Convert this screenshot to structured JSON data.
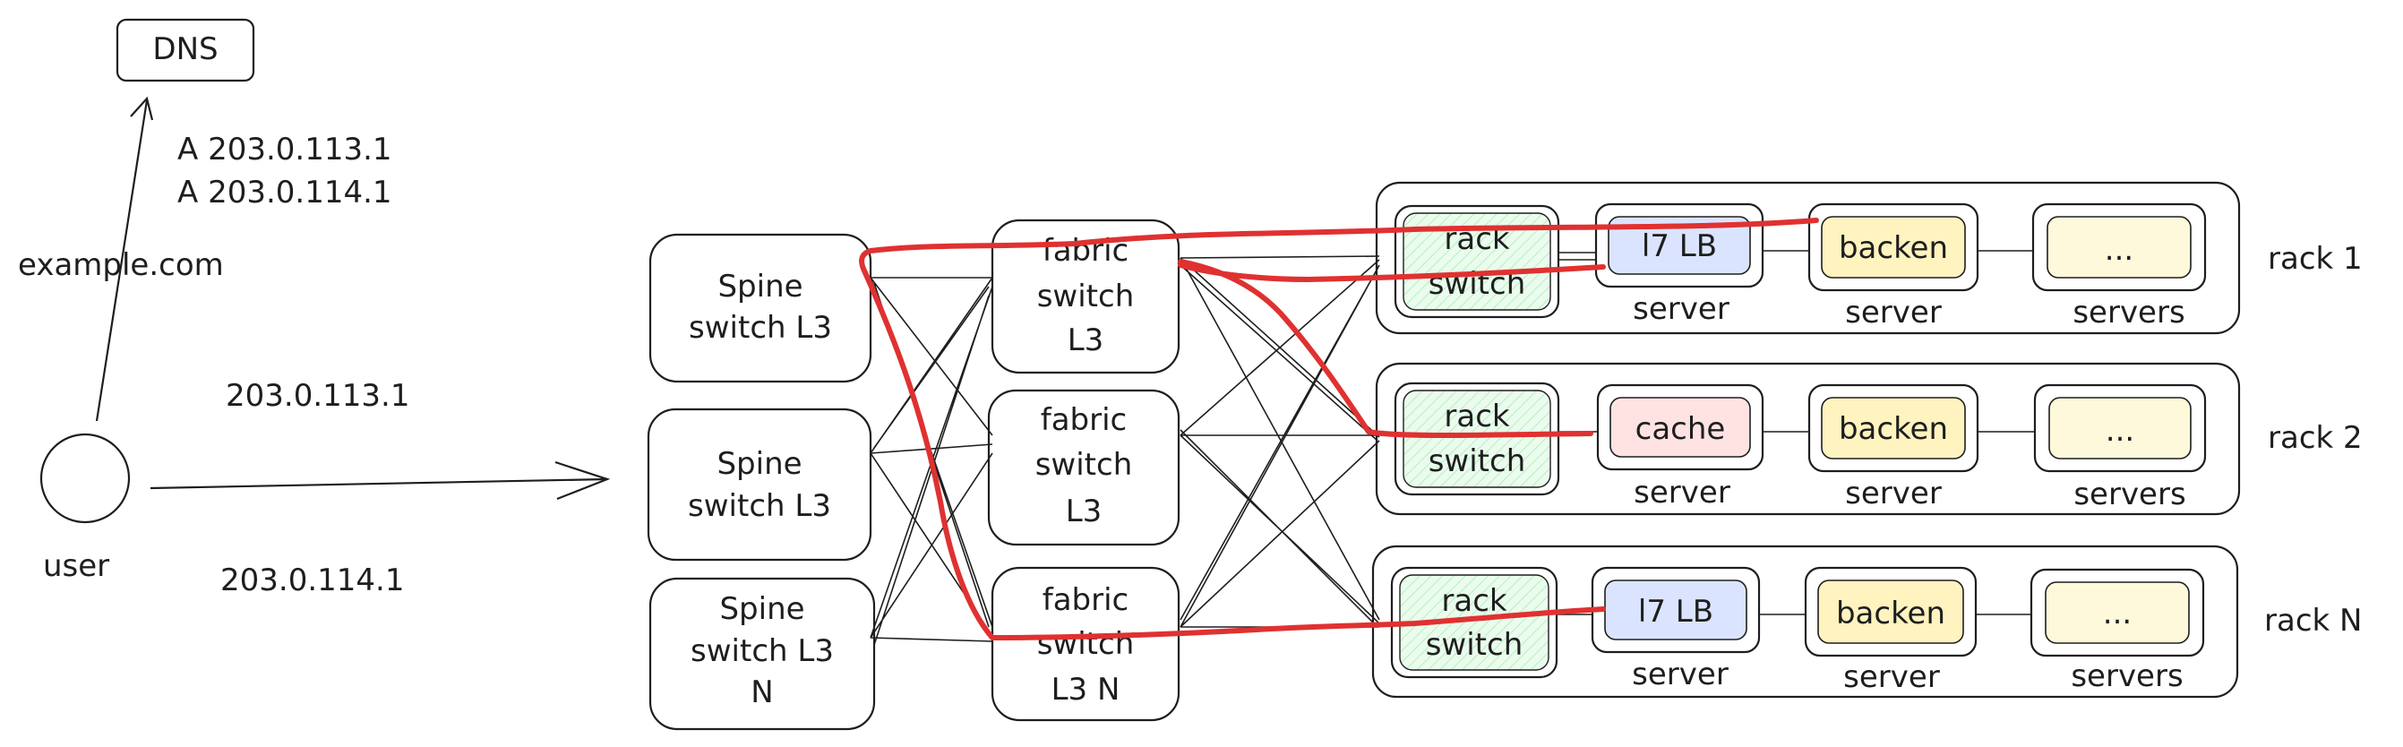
{
  "dns": {
    "label": "DNS"
  },
  "dns_records": [
    "A 203.0.113.1",
    "A 203.0.114.1"
  ],
  "domain_label": "example.com",
  "user_label": "user",
  "ips": [
    "203.0.113.1",
    "203.0.114.1"
  ],
  "spine_switches": [
    {
      "lines": [
        "Spine",
        "switch L3"
      ]
    },
    {
      "lines": [
        "Spine",
        "switch L3"
      ]
    },
    {
      "lines": [
        "Spine",
        "switch L3",
        "N"
      ]
    }
  ],
  "fabric_switches": [
    {
      "lines": [
        "fabric",
        "switch",
        "L3"
      ]
    },
    {
      "lines": [
        "fabric",
        "switch",
        "L3"
      ]
    },
    {
      "lines": [
        "fabric",
        "switch",
        "L3 N"
      ]
    }
  ],
  "racks": [
    {
      "label": "rack 1",
      "switch_lines": [
        "rack",
        "switch"
      ],
      "nodes": [
        {
          "inner": "l7 LB",
          "caption": "server",
          "tint": "#dbe4ff"
        },
        {
          "inner": "backen",
          "caption": "server",
          "tint": "#fff3bf"
        },
        {
          "inner": "...",
          "caption": "servers",
          "tint": "#fff9db"
        }
      ]
    },
    {
      "label": "rack 2",
      "switch_lines": [
        "rack",
        "switch"
      ],
      "nodes": [
        {
          "inner": "cache",
          "caption": "server",
          "tint": "#ffe3e3"
        },
        {
          "inner": "backen",
          "caption": "server",
          "tint": "#fff3bf"
        },
        {
          "inner": "...",
          "caption": "servers",
          "tint": "#fff9db"
        }
      ]
    },
    {
      "label": "rack N",
      "switch_lines": [
        "rack",
        "switch"
      ],
      "nodes": [
        {
          "inner": "l7 LB",
          "caption": "server",
          "tint": "#dbe4ff"
        },
        {
          "inner": "backen",
          "caption": "server",
          "tint": "#fff3bf"
        },
        {
          "inner": "...",
          "caption": "servers",
          "tint": "#fff9db"
        }
      ]
    }
  ],
  "colors": {
    "switch_fill": "#ebfbee",
    "path_red": "#e03131",
    "stroke": "#1e1e1e"
  }
}
